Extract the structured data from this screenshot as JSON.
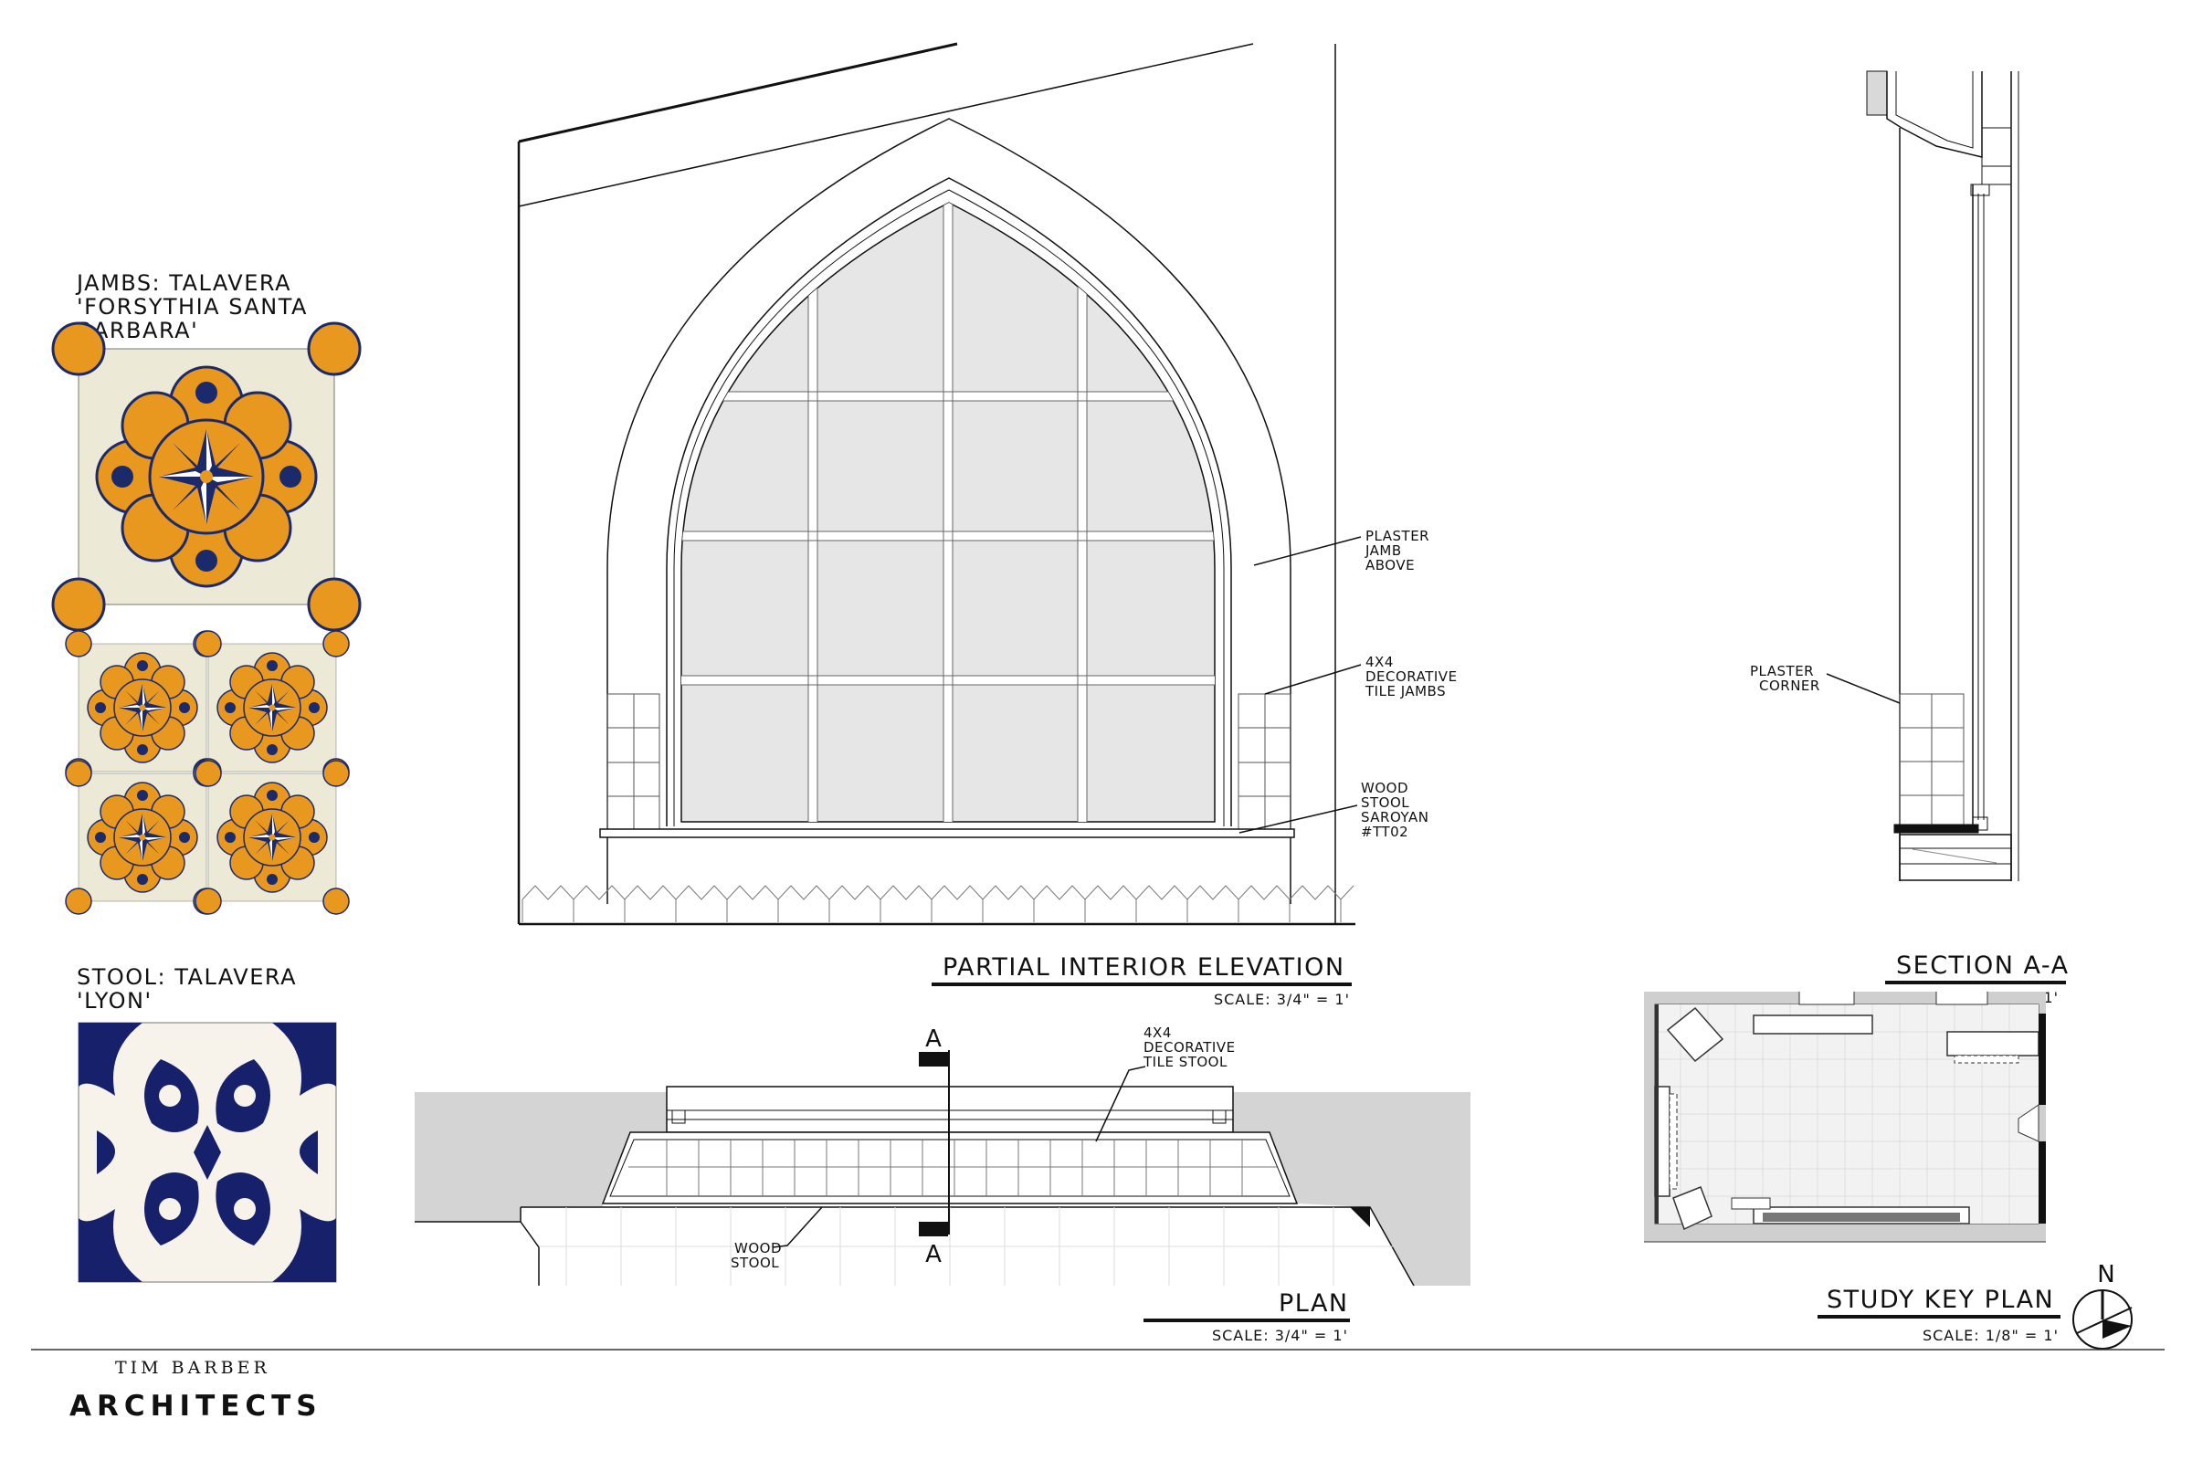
{
  "tiles": {
    "jambs_title": [
      "JAMBS: TALAVERA",
      "'FORSYTHIA SANTA",
      "BARBARA'"
    ],
    "stool_title": [
      "STOOL: TALAVERA",
      "'LYON'"
    ],
    "jamb_colors": {
      "ground": "#ece9d6",
      "orange": "#e8981f",
      "navy": "#1b2a6b"
    },
    "stool_colors": {
      "ground": "#f7f3ea",
      "navy": "#17206a"
    }
  },
  "elevation": {
    "notes": {
      "plaster_jamb": [
        "PLASTER",
        "JAMB",
        "ABOVE"
      ],
      "tile_jambs": [
        "4X4",
        "DECORATIVE",
        "TILE JAMBS"
      ],
      "wood_stool": [
        "WOOD",
        "STOOL",
        "SAROYAN",
        "#TT02"
      ]
    },
    "title": "PARTIAL INTERIOR ELEVATION",
    "scale": "SCALE: 3/4\" = 1'"
  },
  "section": {
    "notes": {
      "plaster_corner": [
        "PLASTER",
        "CORNER"
      ]
    },
    "title": "SECTION A-A",
    "scale": "SCALE: 3/4\" = 1'"
  },
  "plan": {
    "section_marker": "A",
    "notes": {
      "tile_stool": [
        "4X4",
        "DECORATIVE",
        "TILE STOOL"
      ],
      "wood_stool": [
        "WOOD",
        "STOOL"
      ]
    },
    "title": "PLAN",
    "scale": "SCALE: 3/4\" = 1'"
  },
  "key_plan": {
    "north": "N",
    "title": "STUDY KEY PLAN",
    "scale": "SCALE: 1/8\" = 1'"
  },
  "firm": {
    "line1": "TIM BARBER",
    "line2": "ARCHITECTS"
  }
}
